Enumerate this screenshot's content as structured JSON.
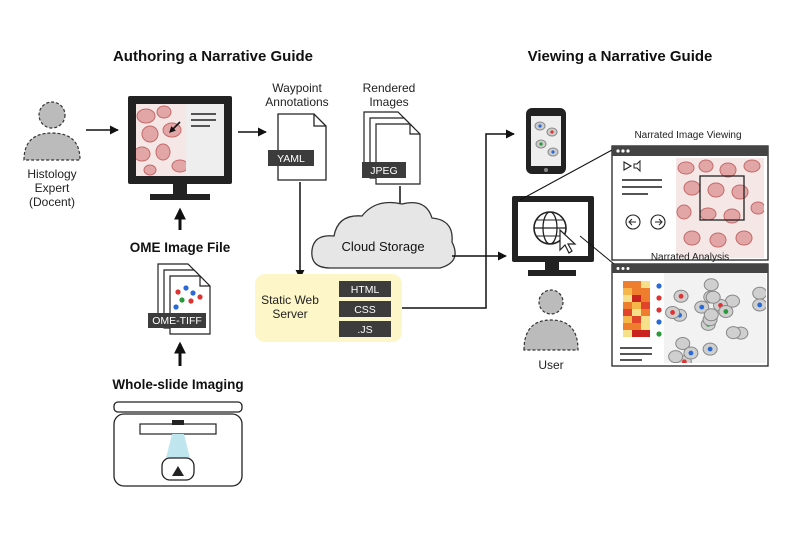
{
  "headings": {
    "authoring": "Authoring a Narrative Guide",
    "viewing": "Viewing a Narrative Guide"
  },
  "labels": {
    "docent_line1": "Histology",
    "docent_line2": "Expert",
    "docent_line3": "(Docent)",
    "ome_image_file": "OME Image File",
    "ome_tiff": "OME-TIFF",
    "whole_slide": "Whole-slide Imaging",
    "waypoint_line1": "Waypoint",
    "waypoint_line2": "Annotations",
    "yaml": "YAML",
    "rendered_line1": "Rendered",
    "rendered_line2": "Images",
    "jpeg": "JPEG",
    "cloud_storage": "Cloud Storage",
    "static_line1": "Static Web",
    "static_line2": "Server",
    "html": "HTML",
    "css": "CSS",
    "js": ".JS",
    "user": "User",
    "narrated_viewing": "Narrated Image Viewing",
    "narrated_analysis": "Narrated Analysis"
  },
  "colors": {
    "tissue_pink": "#e2a6a6",
    "tissue_dark": "#c46a6a",
    "server_yellow": "#fdf6c8",
    "cloud_gray": "#e6e6e6",
    "dark_tag": "#3c3c3c"
  }
}
